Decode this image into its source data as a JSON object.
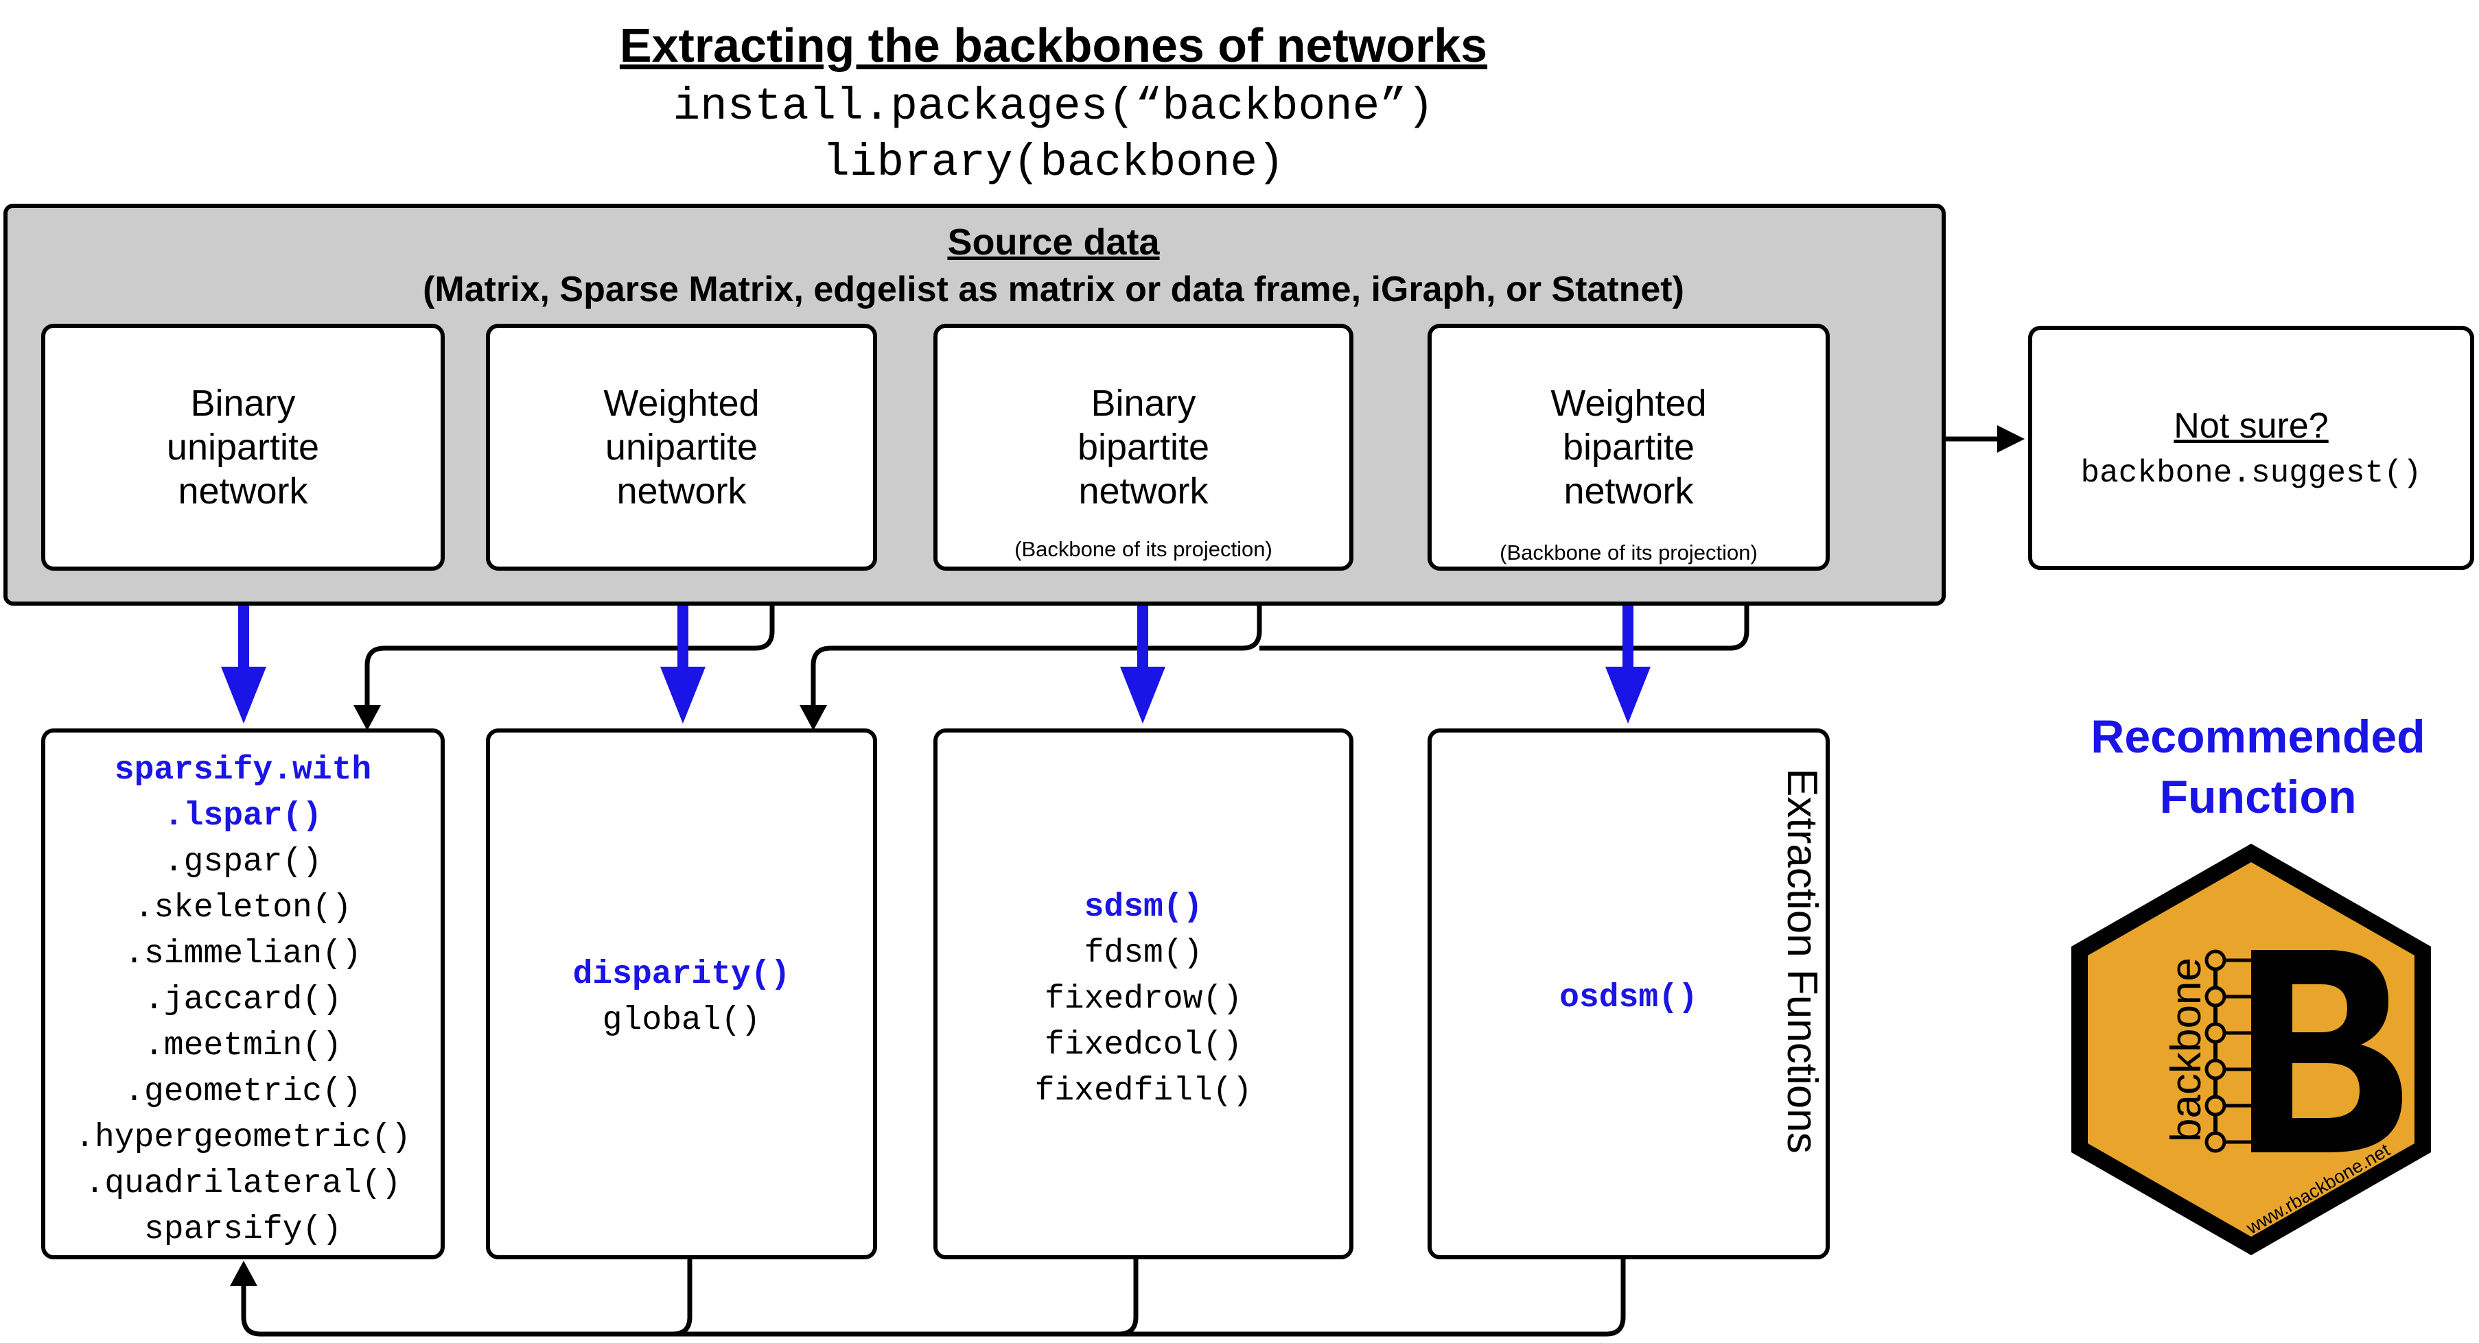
{
  "title": "Extracting the backbones of networks",
  "install_line": "install.packages(“backbone”)",
  "library_line": "library(backbone)",
  "source": {
    "title": "Source data",
    "subtitle": "(Matrix, Sparse Matrix, edgelist as matrix or data frame, iGraph, or Statnet)"
  },
  "networks": [
    {
      "line1": "Binary",
      "line2": "unipartite",
      "line3": "network",
      "note": ""
    },
    {
      "line1": "Weighted",
      "line2": "unipartite",
      "line3": "network",
      "note": ""
    },
    {
      "line1": "Binary",
      "line2": "bipartite",
      "line3": "network",
      "note": "(Backbone of its projection)"
    },
    {
      "line1": "Weighted",
      "line2": "bipartite",
      "line3": "network",
      "note": "(Backbone of its projection)"
    }
  ],
  "not_sure": {
    "title": "Not sure?",
    "code": "backbone.suggest()"
  },
  "functions": {
    "col1": [
      {
        "text": "sparsify.with",
        "recommended": true
      },
      {
        "text": ".lspar()",
        "recommended": true
      },
      {
        "text": ".gspar()",
        "recommended": false
      },
      {
        "text": ".skeleton()",
        "recommended": false
      },
      {
        "text": ".simmelian()",
        "recommended": false
      },
      {
        "text": ".jaccard()",
        "recommended": false
      },
      {
        "text": ".meetmin()",
        "recommended": false
      },
      {
        "text": ".geometric()",
        "recommended": false
      },
      {
        "text": ".hypergeometric()",
        "recommended": false
      },
      {
        "text": ".quadrilateral()",
        "recommended": false
      },
      {
        "text": "sparsify()",
        "recommended": false
      }
    ],
    "col2": [
      {
        "text": "disparity()",
        "recommended": true
      },
      {
        "text": "global()",
        "recommended": false
      }
    ],
    "col3": [
      {
        "text": "sdsm()",
        "recommended": true
      },
      {
        "text": "fdsm()",
        "recommended": false
      },
      {
        "text": "fixedrow()",
        "recommended": false
      },
      {
        "text": "fixedcol()",
        "recommended": false
      },
      {
        "text": "fixedfill()",
        "recommended": false
      }
    ],
    "col4": [
      {
        "text": "osdsm()",
        "recommended": true
      }
    ]
  },
  "extraction_label": "Extraction Functions",
  "legend": {
    "recommended_line1": "Recommended",
    "recommended_line2": "Function"
  },
  "logo": {
    "word": "backbone",
    "letter": "B",
    "url": "www.rbackbone.net"
  },
  "colors": {
    "recommended": "#1a14e6",
    "panel": "#cccccc",
    "logo_fill": "#e8a42b"
  }
}
